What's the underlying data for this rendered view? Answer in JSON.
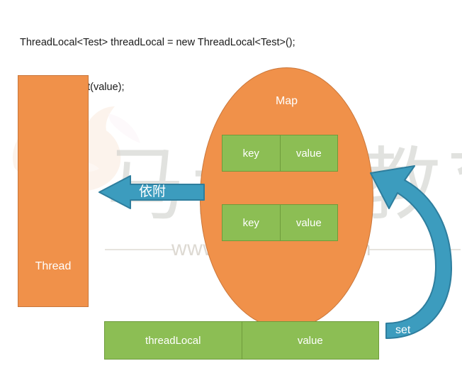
{
  "code": {
    "line1": "ThreadLocal<Test> threadLocal = new ThreadLocal<Test>();",
    "line2": "threadLocal.set(value);"
  },
  "diagram": {
    "thread": {
      "label": "Thread"
    },
    "map": {
      "label": "Map",
      "entries": [
        {
          "key_label": "key",
          "value_label": "value"
        },
        {
          "key_label": "key",
          "value_label": "value"
        }
      ]
    },
    "threadlocal_row": {
      "key_label": "threadLocal",
      "value_label": "value"
    },
    "arrows": [
      {
        "name": "depend-arrow",
        "label": "依附",
        "direction": "left"
      },
      {
        "name": "set-arrow",
        "label": "set",
        "direction": "curved-up-left"
      }
    ]
  },
  "watermark": {
    "url": "www.mashibing.com",
    "cjk": "马士兵教育"
  },
  "colors": {
    "orange_fill": "#F0914A",
    "orange_border": "#C9763A",
    "green_fill": "#8CBE54",
    "green_border": "#6E9B3C",
    "arrow_blue": "#3C9CBE",
    "arrow_blue_dark": "#2E7E9E",
    "text_white": "#FFFFFF",
    "code_text": "#1A1A1A",
    "watermark_grey": "#DDD9D2"
  }
}
